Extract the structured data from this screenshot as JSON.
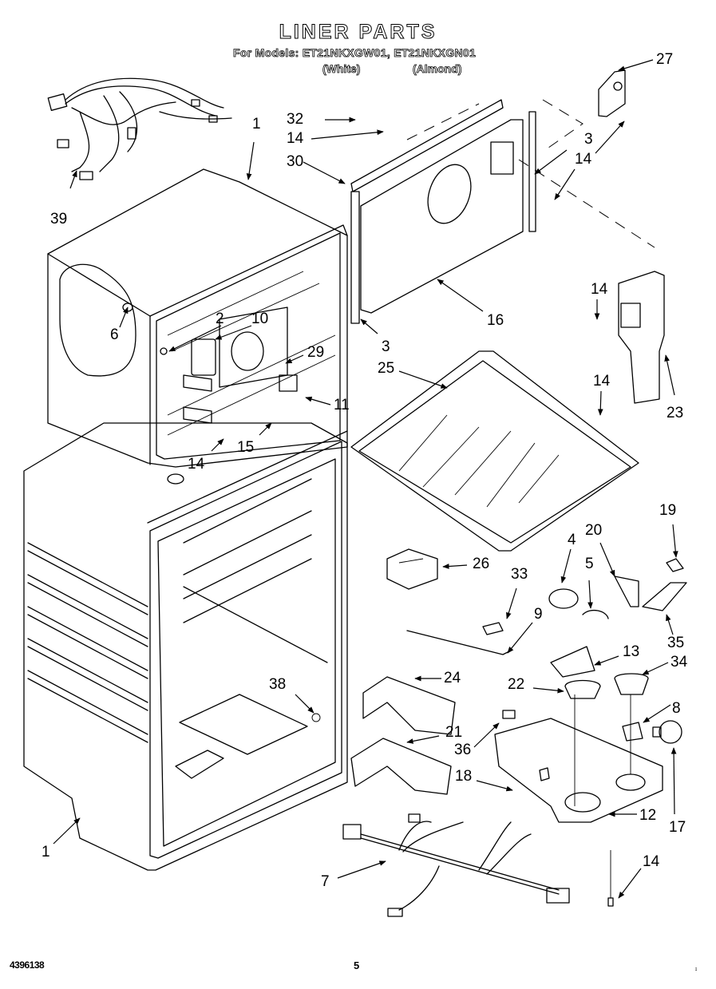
{
  "header": {
    "title": "LINER PARTS",
    "models_line": "For Models: ET21NKXGW01, ET21NKXGN01",
    "variant_white": "(White)",
    "variant_almond": "(Almond)"
  },
  "callouts": [
    {
      "label": "1"
    },
    {
      "label": "39"
    },
    {
      "label": "32"
    },
    {
      "label": "14"
    },
    {
      "label": "30"
    },
    {
      "label": "27"
    },
    {
      "label": "3"
    },
    {
      "label": "14"
    },
    {
      "label": "14"
    },
    {
      "label": "16"
    },
    {
      "label": "3"
    },
    {
      "label": "2"
    },
    {
      "label": "10"
    },
    {
      "label": "6"
    },
    {
      "label": "29"
    },
    {
      "label": "11"
    },
    {
      "label": "15"
    },
    {
      "label": "14"
    },
    {
      "label": "14"
    },
    {
      "label": "23"
    },
    {
      "label": "25"
    },
    {
      "label": "14"
    },
    {
      "label": "26"
    },
    {
      "label": "19"
    },
    {
      "label": "20"
    },
    {
      "label": "4"
    },
    {
      "label": "5"
    },
    {
      "label": "33"
    },
    {
      "label": "9"
    },
    {
      "label": "35"
    },
    {
      "label": "13"
    },
    {
      "label": "34"
    },
    {
      "label": "22"
    },
    {
      "label": "24"
    },
    {
      "label": "38"
    },
    {
      "label": "8"
    },
    {
      "label": "21"
    },
    {
      "label": "36"
    },
    {
      "label": "18"
    },
    {
      "label": "17"
    },
    {
      "label": "12"
    },
    {
      "label": "1"
    },
    {
      "label": "7"
    },
    {
      "label": "14"
    }
  ],
  "footer": {
    "document_number": "4396138",
    "page_number": "5",
    "mark": "ɪ"
  }
}
